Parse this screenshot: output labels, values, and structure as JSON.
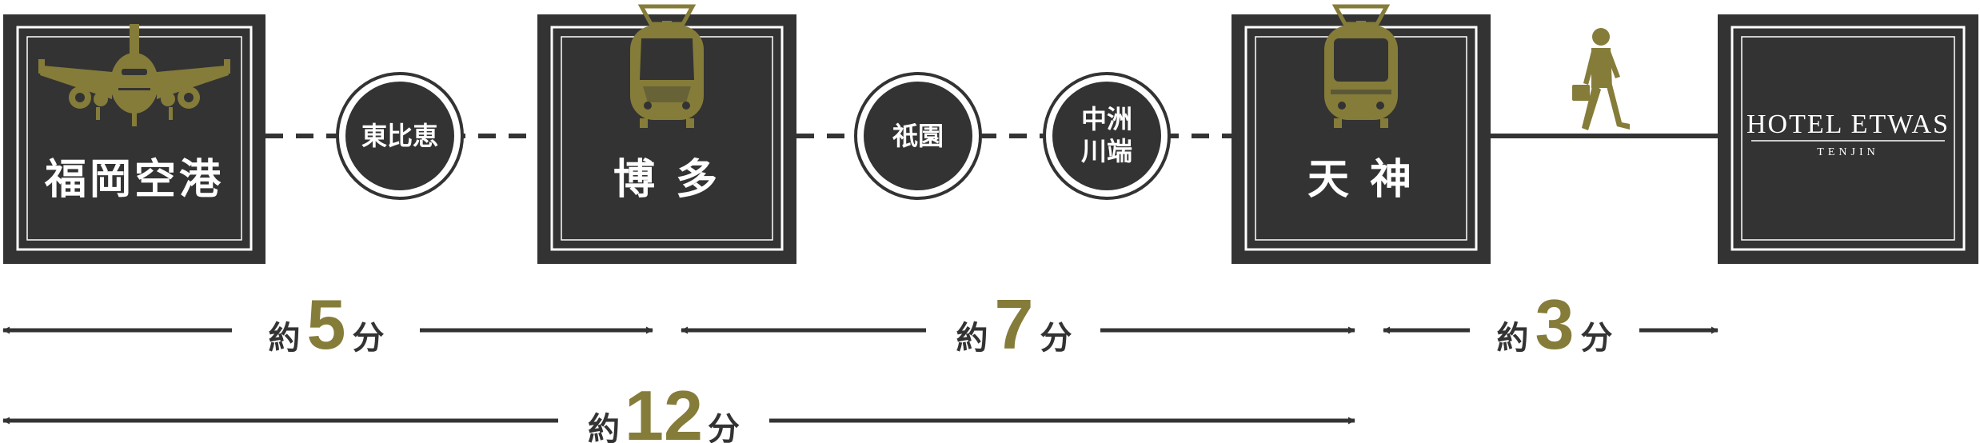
{
  "colors": {
    "dark": "#333333",
    "gold": "#857c3a",
    "line": "#333333",
    "white": "#ffffff"
  },
  "stations": {
    "fukuoka_airport": {
      "label": "福岡空港",
      "icon": "airplane-icon"
    },
    "hakata": {
      "label": "博 多",
      "icon": "subway-train-icon"
    },
    "tenjin": {
      "label": "天 神",
      "icon": "subway-train-icon"
    },
    "hotel": {
      "name": "HOTEL ETWAS",
      "sub": "TENJIN",
      "icon": "walking-person-icon"
    }
  },
  "intermediate_stops": {
    "higashi_hie": "東比恵",
    "gion": "祇園",
    "nakasu_1": "中洲",
    "nakasu_2": "川端"
  },
  "durations": {
    "seg1": {
      "prefix": "約",
      "num": "5",
      "unit": "分"
    },
    "seg2": {
      "prefix": "約",
      "num": "7",
      "unit": "分"
    },
    "seg3": {
      "prefix": "約",
      "num": "3",
      "unit": "分"
    },
    "total": {
      "prefix": "約",
      "num": "12",
      "unit": "分"
    }
  }
}
